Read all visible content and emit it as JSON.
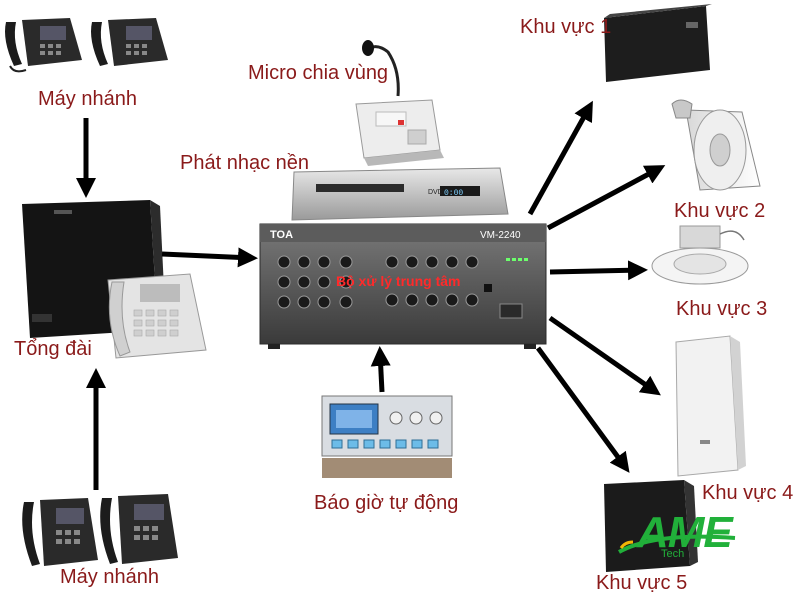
{
  "labels": {
    "may_nhanh_top": "Máy nhánh",
    "may_nhanh_bottom": "Máy nhánh",
    "tong_dai": "Tổng đài",
    "micro": "Micro chia vùng",
    "phat_nhac": "Phát nhạc nền",
    "bao_gio": "Báo giờ tự động",
    "khu_vuc_1": "Khu vực 1",
    "khu_vuc_2": "Khu vực 2",
    "khu_vuc_3": "Khu vực 3",
    "khu_vuc_4": "Khu vực 4",
    "khu_vuc_5": "Khu vực 5"
  },
  "devices": {
    "amplifier_brand": "TOA",
    "amplifier_model": "VM-2240",
    "amplifier_overlay": "Bộ xử lý trung tâm",
    "dvd_logo": "DVD",
    "dvd_display": "0:00"
  },
  "logo": {
    "name": "AME",
    "sub": "Tech"
  },
  "colors": {
    "label": "#8a1a1a",
    "arrow": "#000000",
    "logo": "#21b03a"
  }
}
